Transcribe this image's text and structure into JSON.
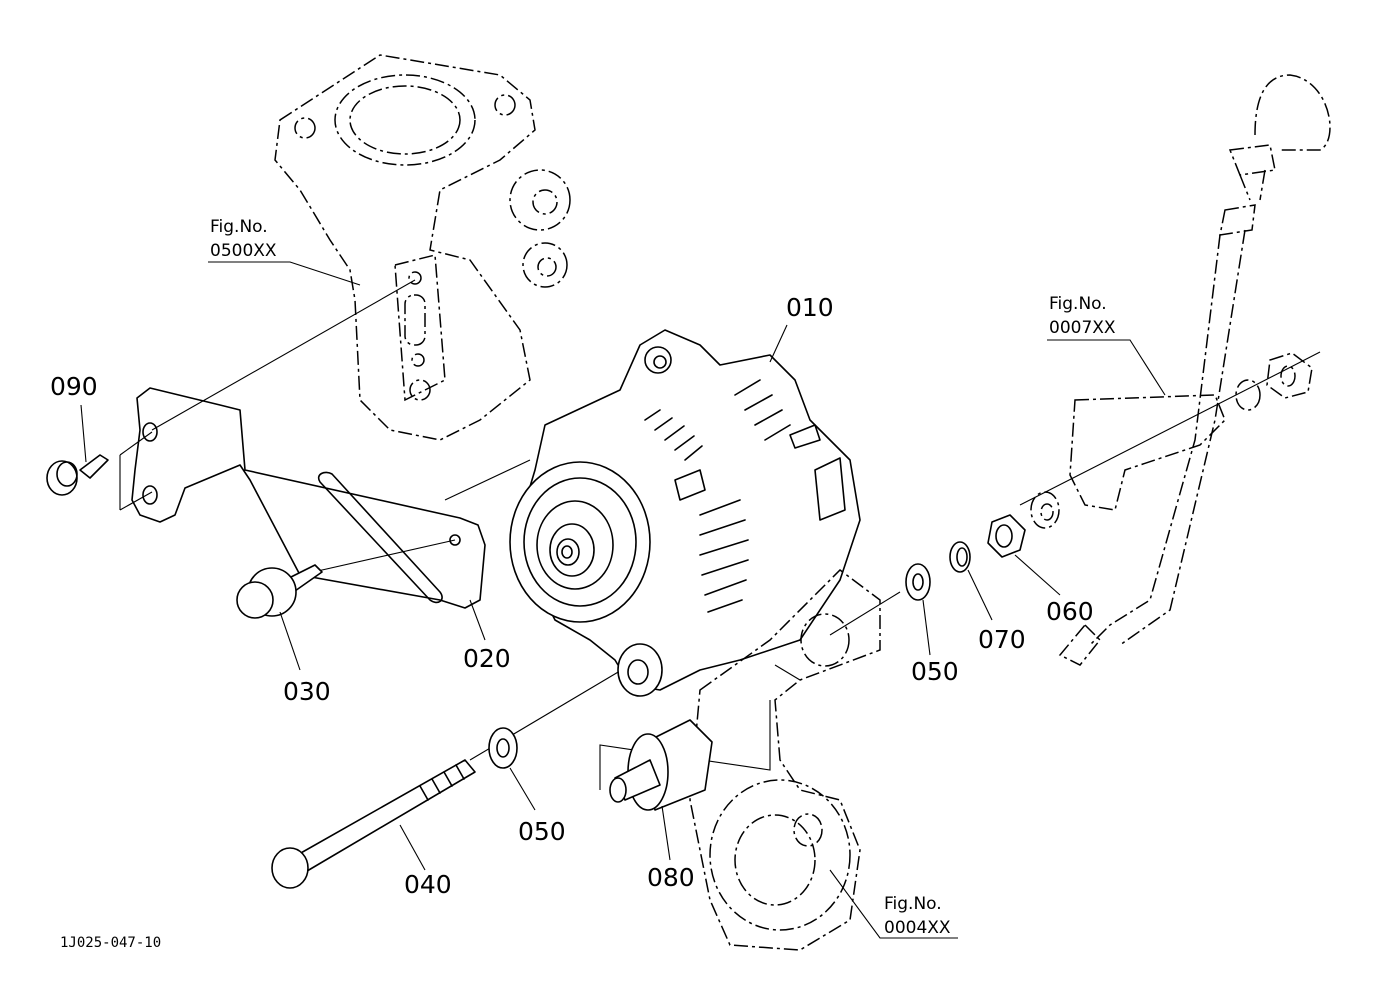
{
  "parts": [
    {
      "id": "010",
      "label": "010"
    },
    {
      "id": "020",
      "label": "020"
    },
    {
      "id": "030",
      "label": "030"
    },
    {
      "id": "040",
      "label": "040"
    },
    {
      "id": "050a",
      "label": "050"
    },
    {
      "id": "050b",
      "label": "050"
    },
    {
      "id": "060",
      "label": "060"
    },
    {
      "id": "070",
      "label": "070"
    },
    {
      "id": "080",
      "label": "080"
    },
    {
      "id": "090",
      "label": "090"
    }
  ],
  "figure_refs": [
    {
      "title": "Fig.No.",
      "number": "0500XX"
    },
    {
      "title": "Fig.No.",
      "number": "0007XX"
    },
    {
      "title": "Fig.No.",
      "number": "0004XX"
    }
  ],
  "drawing_code": "1J025-047-10"
}
